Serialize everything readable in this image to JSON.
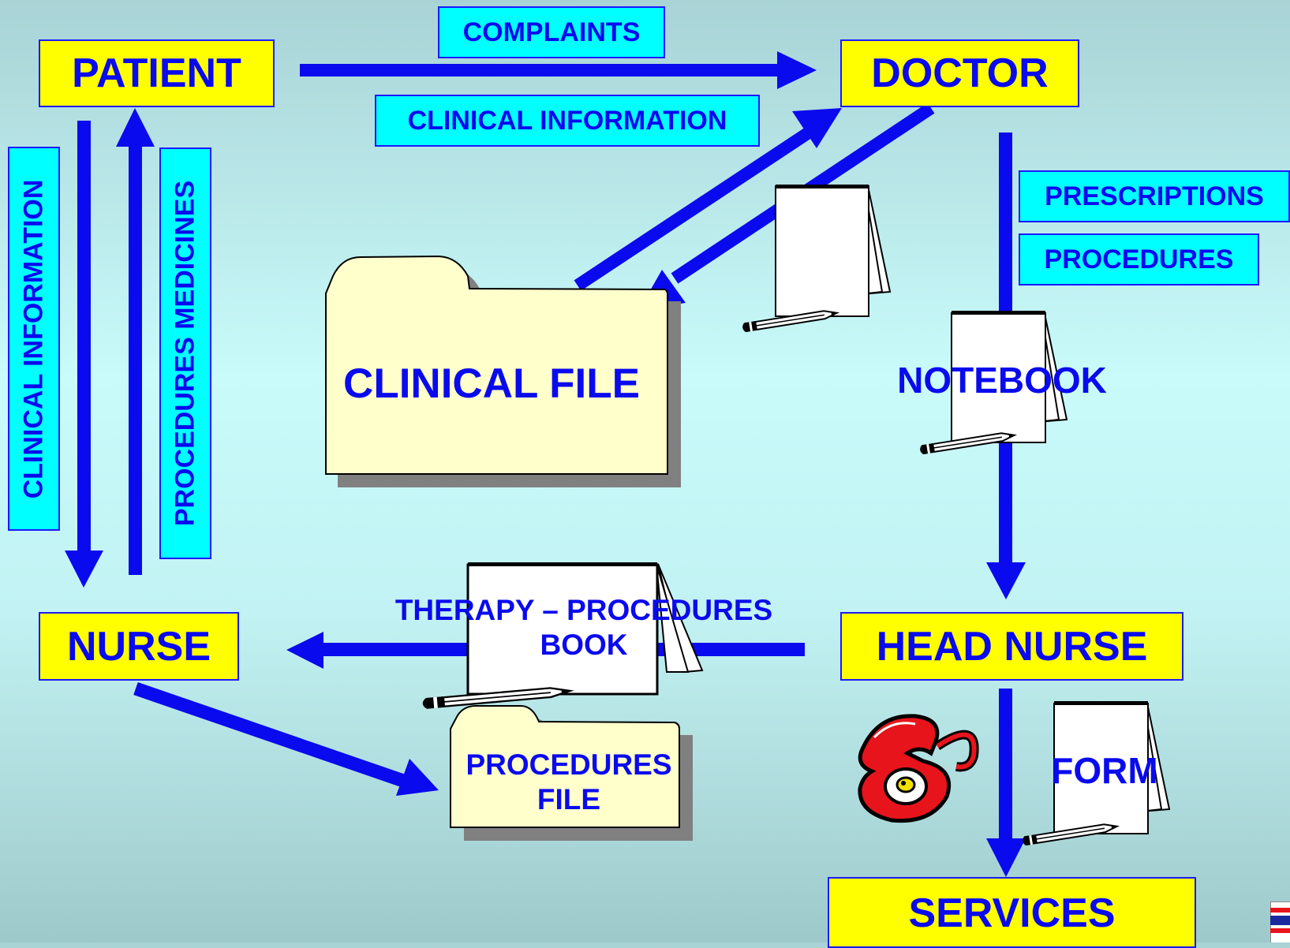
{
  "nodes": {
    "patient": "PATIENT",
    "doctor": "DOCTOR",
    "nurse": "NURSE",
    "head_nurse": "HEAD NURSE",
    "services": "SERVICES"
  },
  "flow_labels": {
    "complaints": "COMPLAINTS",
    "clinical_information": "CLINICAL INFORMATION",
    "clinical_information_vertical": "CLINICAL INFORMATION",
    "procedures_medicines": "PROCEDURES MEDICINES",
    "prescriptions": "PRESCRIPTIONS",
    "procedures": "PROCEDURES"
  },
  "documents": {
    "clinical_file": "CLINICAL FILE",
    "notebook": "NOTEBOOK",
    "therapy_book": "THERAPY – PROCEDURES\nBOOK",
    "procedures_file": "PROCEDURES\nFILE",
    "form": "FORM"
  },
  "icons": [
    "notepad-icon",
    "pencil-icon",
    "folder-icon",
    "telephone-icon",
    "logo-flag-icon"
  ],
  "colors": {
    "arrow": "#0a0aee",
    "node_fill": "#ffff00",
    "label_fill": "#00ffff",
    "folder_fill": "#ffffcc",
    "phone": "#e8141c"
  }
}
